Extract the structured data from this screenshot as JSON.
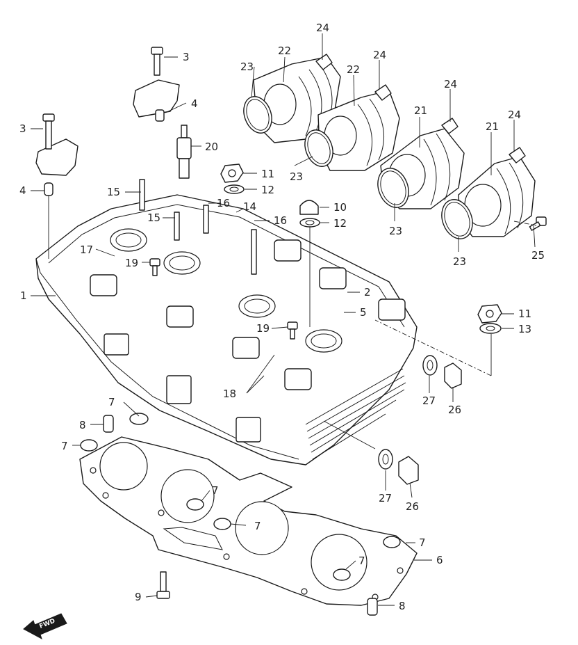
{
  "diagram": {
    "fwd_label": "FWD",
    "callouts": [
      {
        "id": "c1",
        "text": "1"
      },
      {
        "id": "c2",
        "text": "2"
      },
      {
        "id": "c3a",
        "text": "3"
      },
      {
        "id": "c3b",
        "text": "3"
      },
      {
        "id": "c4a",
        "text": "4"
      },
      {
        "id": "c4b",
        "text": "4"
      },
      {
        "id": "c5",
        "text": "5"
      },
      {
        "id": "c6",
        "text": "6"
      },
      {
        "id": "c7a",
        "text": "7"
      },
      {
        "id": "c7b",
        "text": "7"
      },
      {
        "id": "c7c",
        "text": "7"
      },
      {
        "id": "c7d",
        "text": "7"
      },
      {
        "id": "c7e",
        "text": "7"
      },
      {
        "id": "c7f",
        "text": "7"
      },
      {
        "id": "c8a",
        "text": "8"
      },
      {
        "id": "c8b",
        "text": "8"
      },
      {
        "id": "c9",
        "text": "9"
      },
      {
        "id": "c10",
        "text": "10"
      },
      {
        "id": "c11a",
        "text": "11"
      },
      {
        "id": "c11b",
        "text": "11"
      },
      {
        "id": "c12a",
        "text": "12"
      },
      {
        "id": "c12b",
        "text": "12"
      },
      {
        "id": "c13",
        "text": "13"
      },
      {
        "id": "c14",
        "text": "14"
      },
      {
        "id": "c15a",
        "text": "15"
      },
      {
        "id": "c15b",
        "text": "15"
      },
      {
        "id": "c16a",
        "text": "16"
      },
      {
        "id": "c16b",
        "text": "16"
      },
      {
        "id": "c17",
        "text": "17"
      },
      {
        "id": "c18",
        "text": "18"
      },
      {
        "id": "c19a",
        "text": "19"
      },
      {
        "id": "c19b",
        "text": "19"
      },
      {
        "id": "c20",
        "text": "20"
      },
      {
        "id": "c21a",
        "text": "21"
      },
      {
        "id": "c21b",
        "text": "21"
      },
      {
        "id": "c22a",
        "text": "22"
      },
      {
        "id": "c22b",
        "text": "22"
      },
      {
        "id": "c23a",
        "text": "23"
      },
      {
        "id": "c23b",
        "text": "23"
      },
      {
        "id": "c23c",
        "text": "23"
      },
      {
        "id": "c23d",
        "text": "23"
      },
      {
        "id": "c24a",
        "text": "24"
      },
      {
        "id": "c24b",
        "text": "24"
      },
      {
        "id": "c24c",
        "text": "24"
      },
      {
        "id": "c24d",
        "text": "24"
      },
      {
        "id": "c25",
        "text": "25"
      },
      {
        "id": "c26a",
        "text": "26"
      },
      {
        "id": "c26b",
        "text": "26"
      },
      {
        "id": "c27a",
        "text": "27"
      },
      {
        "id": "c27b",
        "text": "27"
      }
    ]
  }
}
